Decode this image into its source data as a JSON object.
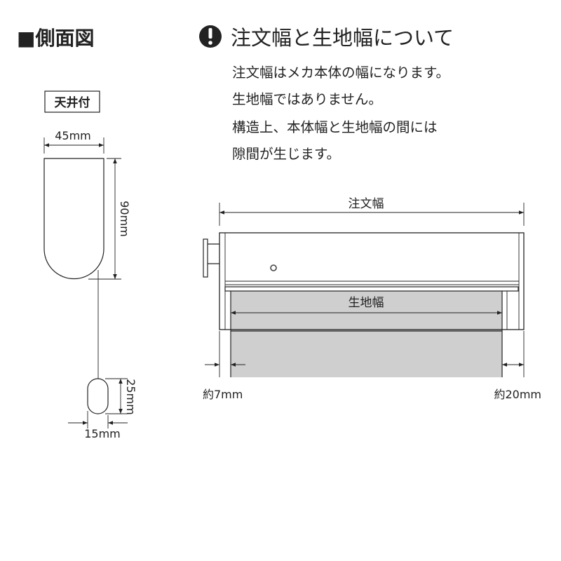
{
  "side_view": {
    "title": "■側面図",
    "mount_label": "天井付",
    "width_label": "45mm",
    "height_label": "90mm",
    "knob_height_label": "25mm",
    "knob_width_label": "15mm"
  },
  "notice": {
    "icon": "exclamation-circle-icon",
    "title": "注文幅と生地幅について",
    "lines": [
      "注文幅はメカ本体の幅になります。",
      "生地幅ではありません。",
      "構造上、本体幅と生地幅の間には",
      "隙間が生じます。"
    ]
  },
  "front_view": {
    "order_width_label": "注文幅",
    "fabric_width_label": "生地幅",
    "left_gap_label": "約7mm",
    "right_gap_label": "約20mm"
  },
  "colors": {
    "line": "#222222",
    "fabric": "#cfcfcf"
  }
}
